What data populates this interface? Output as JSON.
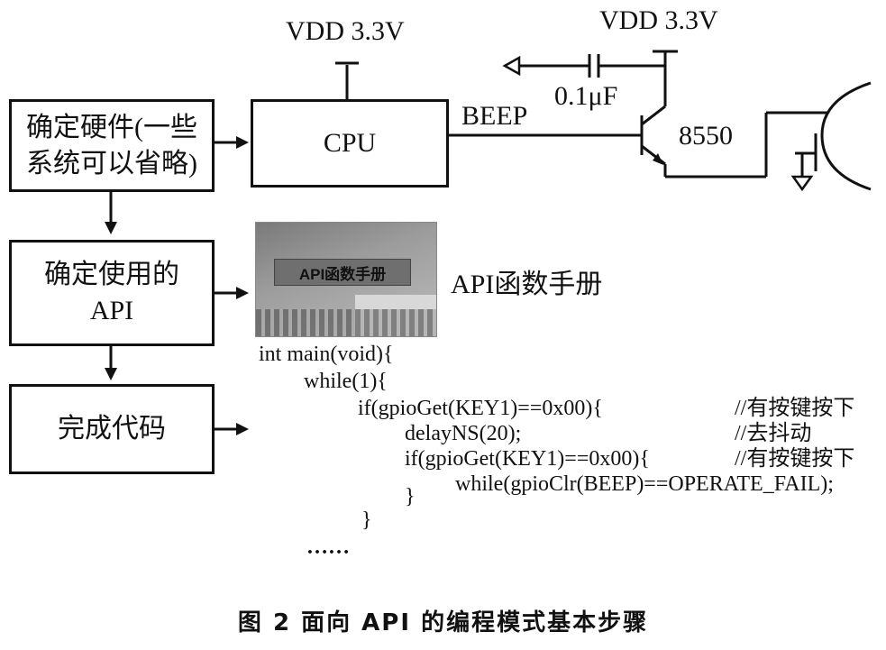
{
  "flow": {
    "step1": "确定硬件(一些系统可以省略)",
    "step2": "确定使用的API",
    "step3": "完成代码"
  },
  "circuit": {
    "cpu_label": "CPU",
    "vdd_cpu": "VDD 3.3V",
    "vdd_transistor": "VDD 3.3V",
    "signal_label": "BEEP",
    "capacitor_label": "0.1μF",
    "transistor_label": "8550"
  },
  "api": {
    "image_text": "API函数手册",
    "label": "API函数手册"
  },
  "code": {
    "line1": "int main(void){",
    "line2": "while(1){",
    "line3": "if(gpioGet(KEY1)==0x00){",
    "line3_comment": "//有按键按下",
    "line4": "delayNS(20);",
    "line4_comment": "//去抖动",
    "line5": "if(gpioGet(KEY1)==0x00){",
    "line5_comment": "//有按键按下",
    "line6": "while(gpioClr(BEEP)==OPERATE_FAIL);",
    "line7": "}",
    "line8": "}",
    "line9": "……"
  },
  "caption": "图 2   面向 API 的编程模式基本步骤"
}
